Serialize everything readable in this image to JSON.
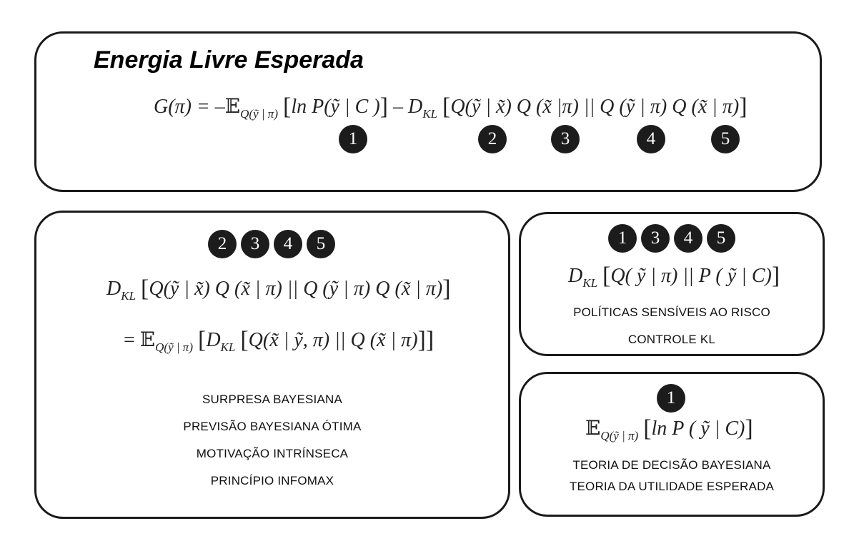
{
  "top": {
    "title": "Energia Livre Esperada",
    "eq_lhs": "G(π) = –",
    "eq_E": "𝔼",
    "eq_sub1": "Q(ỹ | π)",
    "eq_term1": "ln P(ỹ | C )",
    "eq_minus_dkl": " – D",
    "eq_kl": "KL",
    "eq_term2": "Q(ỹ | x̃) Q (x̃ |π) || Q (ỹ | π) Q (x̃ | π)",
    "badges": [
      "1",
      "2",
      "3",
      "4",
      "5"
    ]
  },
  "left": {
    "badges": [
      "2",
      "3",
      "4",
      "5"
    ],
    "eq1_d": "D",
    "eq1_kl": "KL",
    "eq1_body": "Q(ỹ | x̃) Q (x̃ | π) || Q (ỹ | π) Q (x̃ | π)",
    "eq2_prefix": "= ",
    "eq2_E": "𝔼",
    "eq2_sub": "Q(ỹ | π)",
    "eq2_d": "D",
    "eq2_kl": "KL",
    "eq2_body": "Q(x̃ | ỹ, π) || Q (x̃ | π)",
    "labels": [
      "SURPRESA BAYESIANA",
      "PREVISÃO BAYESIANA ÓTIMA",
      "MOTIVAÇÃO INTRÍNSECA",
      "PRINCÍPIO INFOMAX"
    ]
  },
  "right_top": {
    "badges": [
      "1",
      "3",
      "4",
      "5"
    ],
    "eq_d": "D",
    "eq_kl": "KL",
    "eq_body": "Q( ỹ | π) || P ( ỹ | C)",
    "labels": [
      "POLÍTICAS SENSÍVEIS AO RISCO",
      "CONTROLE KL"
    ]
  },
  "right_bottom": {
    "badges": [
      "1"
    ],
    "eq_E": "𝔼",
    "eq_sub": "Q(ỹ | π)",
    "eq_body": "ln P ( ỹ | C)",
    "labels": [
      "TEORIA DE DECISÃO BAYESIANA",
      "TEORIA DA UTILIDADE ESPERADA"
    ]
  }
}
